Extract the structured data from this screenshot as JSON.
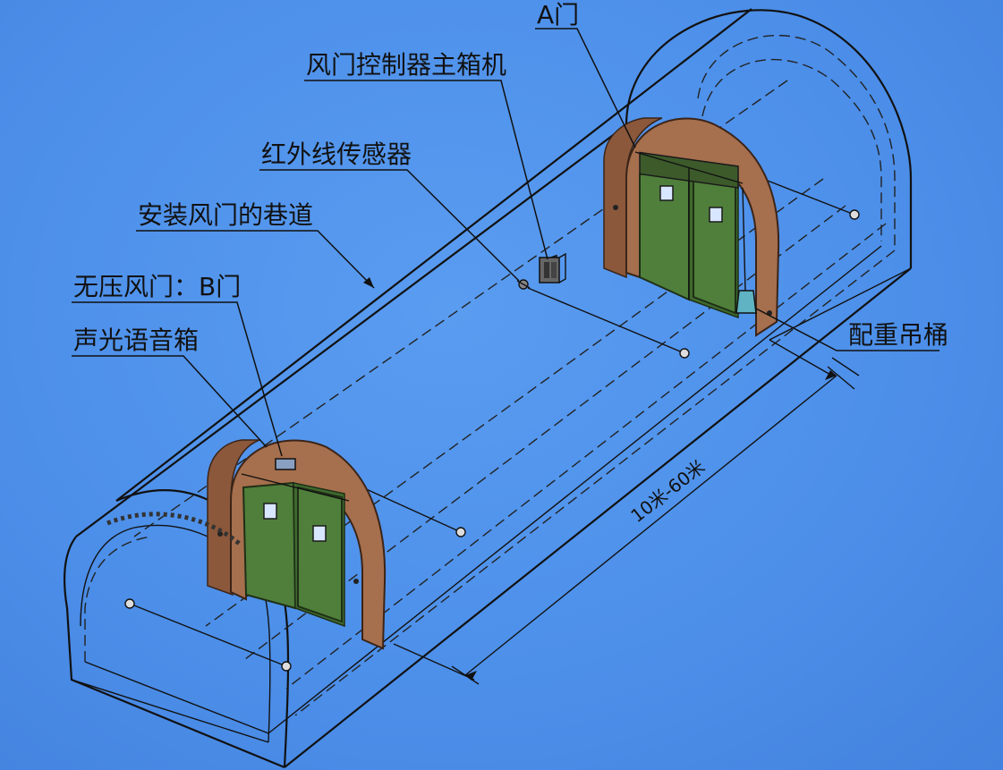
{
  "labels": {
    "door_a": "A门",
    "controller": "风门控制器主箱机",
    "infrared": "红外线传感器",
    "tunnel": "安装风门的巷道",
    "door_b": "无压风门：B门",
    "speaker": "声光语音箱",
    "counterweight": "配重吊桶",
    "distance": "10米-60米"
  },
  "colors": {
    "background": "#4d90ea",
    "frame": "#a66f4d",
    "door": "#4f7f3b"
  }
}
